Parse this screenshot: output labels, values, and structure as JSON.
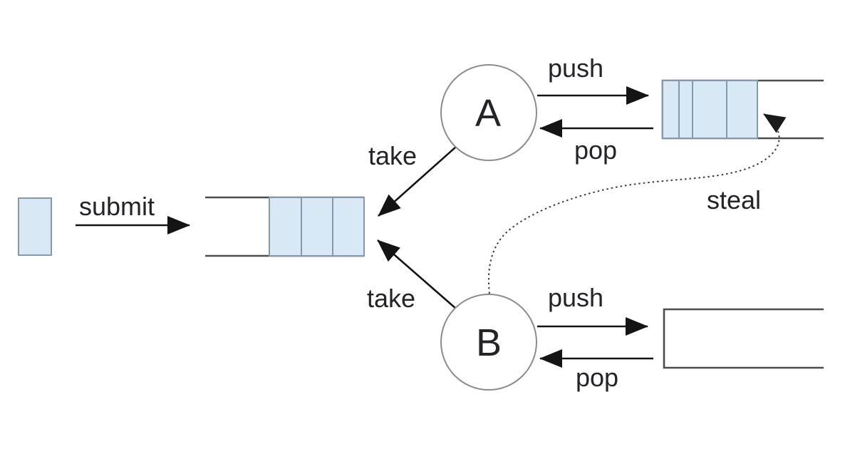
{
  "diagram": {
    "labels": {
      "submit": "submit",
      "take_a": "take",
      "take_b": "take",
      "push_a": "push",
      "pop_a": "pop",
      "push_b": "push",
      "pop_b": "pop",
      "steal": "steal"
    },
    "workers": {
      "a": {
        "label": "A"
      },
      "b": {
        "label": "B"
      }
    },
    "queues": {
      "submission": {
        "filled_cells": 3,
        "open_end": "left"
      },
      "worker_a_deque": {
        "filled_cells": 4,
        "open_end": "right"
      },
      "worker_b_deque": {
        "filled_cells": 0,
        "open_end": "right"
      }
    },
    "colors": {
      "task_fill": "#d9e8f5",
      "cell_border": "#8699aa",
      "queue_outline": "#4d4d4d",
      "circle_stroke": "#8c8c8c",
      "arrow": "#141414",
      "steal_arrow": "#3d3d3d",
      "text": "#242428",
      "background": "#ffffff"
    }
  }
}
